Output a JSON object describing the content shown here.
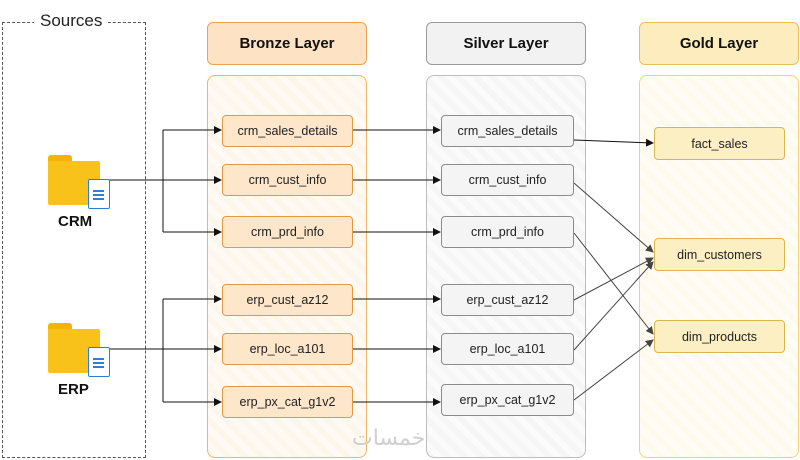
{
  "sources": {
    "title": "Sources",
    "systems": [
      {
        "id": "crm",
        "label": "CRM"
      },
      {
        "id": "erp",
        "label": "ERP"
      }
    ]
  },
  "layers": {
    "bronze": {
      "title": "Bronze Layer",
      "color": "#fde3c4",
      "nodes": [
        "crm_sales_details",
        "crm_cust_info",
        "crm_prd_info",
        "erp_cust_az12",
        "erp_loc_a101",
        "erp_px_cat_g1v2"
      ]
    },
    "silver": {
      "title": "Silver Layer",
      "color": "#f2f2f2",
      "nodes": [
        "crm_sales_details",
        "crm_cust_info",
        "crm_prd_info",
        "erp_cust_az12",
        "erp_loc_a101",
        "erp_px_cat_g1v2"
      ]
    },
    "gold": {
      "title": "Gold Layer",
      "color": "#fdedbe",
      "nodes": [
        "fact_sales",
        "dim_customers",
        "dim_products"
      ]
    }
  },
  "icons": {
    "source": "folder-document-icon"
  },
  "watermark": "خمسات"
}
